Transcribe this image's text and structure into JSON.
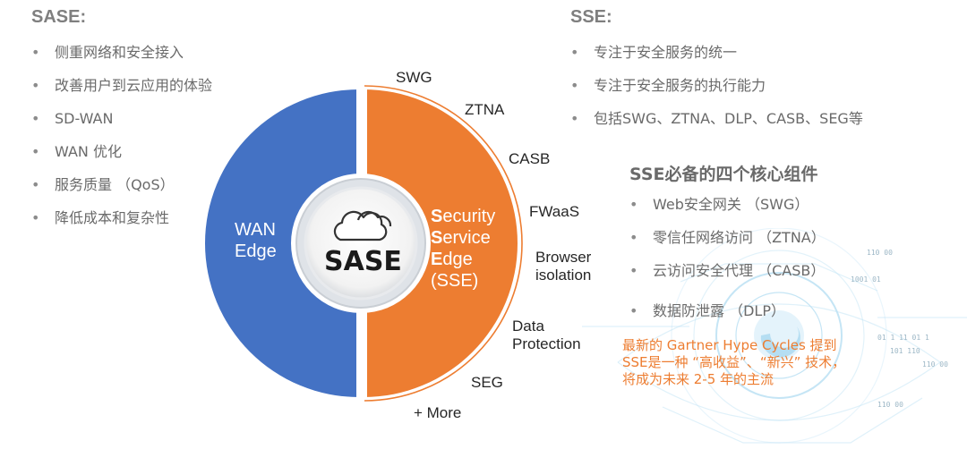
{
  "sase": {
    "title": "SASE:",
    "bullets": [
      "侧重网络和安全接入",
      "改善用户到云应用的体验",
      "SD-WAN",
      "WAN 优化",
      "服务质量 （QoS）",
      "降低成本和复杂性"
    ]
  },
  "sse": {
    "title": "SSE:",
    "bullets": [
      "专注于安全服务的统一",
      "专注于安全服务的执行能力",
      "包括SWG、ZTNA、DLP、CASB、SEG等"
    ]
  },
  "components": {
    "title": "SSE必备的四个核心组件",
    "bullets": [
      "Web安全网关 （SWG）",
      "零信任网络访问 （ZTNA）",
      "云访问安全代理 （CASB）",
      "数据防泄露 （DLP）"
    ]
  },
  "note": {
    "lines": [
      "最新的 Gartner Hype Cycles 提到",
      "SSE是一种 “高收益”、“新兴” 技术，",
      "将成为未来 2-5 年的主流"
    ]
  },
  "diagram": {
    "center": "SASE",
    "left_label": [
      "WAN",
      "Edge"
    ],
    "right_label": {
      "lines": [
        {
          "first": "S",
          "rest": "ecurity"
        },
        {
          "first": "S",
          "rest": "ervice"
        },
        {
          "first": "E",
          "rest": "dge"
        },
        {
          "first": "",
          "rest": "(SSE)"
        }
      ]
    },
    "arc_labels": [
      "SWG",
      "ZTNA",
      "CASB",
      "FWaaS",
      "Browser isolation",
      "Data Protection",
      "SEG",
      "+ More"
    ],
    "colors": {
      "left": "#4472c4",
      "right": "#ed7d31",
      "arc": "#ed7d31"
    }
  },
  "decor": {
    "binary": [
      "110 00",
      "1001 01",
      "01 1 11 01 1",
      "101 110",
      "110 00",
      "110 00"
    ]
  },
  "icons": {
    "bullet": "bullet-dot",
    "cloud": "cloud-icon"
  }
}
